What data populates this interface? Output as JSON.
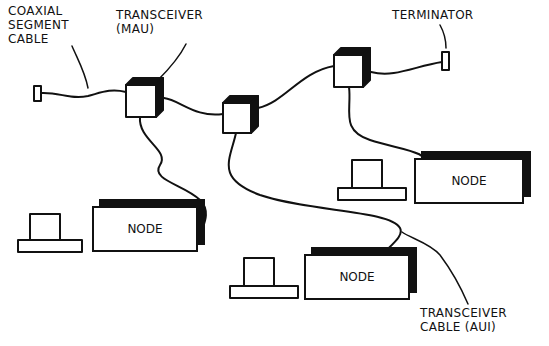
{
  "diagram": {
    "nodes": [
      {
        "text": [
          "NODE"
        ]
      },
      {
        "text": [
          "NODE"
        ]
      },
      {
        "text": [
          "NODE"
        ]
      }
    ],
    "labels": [
      "COAXIAL SEGMENT CABLE",
      "TRANSCEIVER (MAU)",
      "TERMINATOR",
      "TRANSCEIVER CABLE (AUI)"
    ]
  }
}
